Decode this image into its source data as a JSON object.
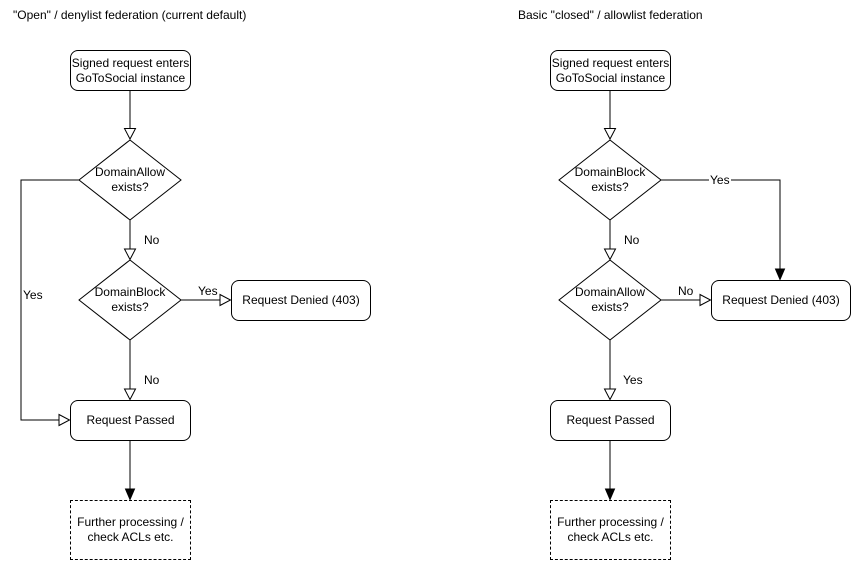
{
  "diagram": {
    "left": {
      "title": "\"Open\" / denylist federation (current default)",
      "nodes": {
        "start_line1": "Signed request enters",
        "start_line2": "GoToSocial instance",
        "decision1_line1": "DomainAllow",
        "decision1_line2": "exists?",
        "decision2_line1": "DomainBlock",
        "decision2_line2": "exists?",
        "denied": "Request Denied (403)",
        "passed": "Request Passed",
        "further_line1": "Further processing /",
        "further_line2": "check ACLs etc."
      },
      "edges": {
        "decision1_no": "No",
        "decision1_yes": "Yes",
        "decision2_yes": "Yes",
        "decision2_no": "No"
      }
    },
    "right": {
      "title": "Basic \"closed\" / allowlist federation",
      "nodes": {
        "start_line1": "Signed request enters",
        "start_line2": "GoToSocial instance",
        "decision1_line1": "DomainBlock",
        "decision1_line2": "exists?",
        "decision2_line1": "DomainAllow",
        "decision2_line2": "exists?",
        "denied": "Request Denied (403)",
        "passed": "Request Passed",
        "further_line1": "Further processing /",
        "further_line2": "check ACLs etc."
      },
      "edges": {
        "decision1_yes": "Yes",
        "decision1_no": "No",
        "decision2_no": "No",
        "decision2_yes": "Yes"
      }
    },
    "colors": {
      "stroke": "#000000",
      "shape_fill": "#ffffff",
      "text": "#000000",
      "background": "#ffffff"
    }
  }
}
